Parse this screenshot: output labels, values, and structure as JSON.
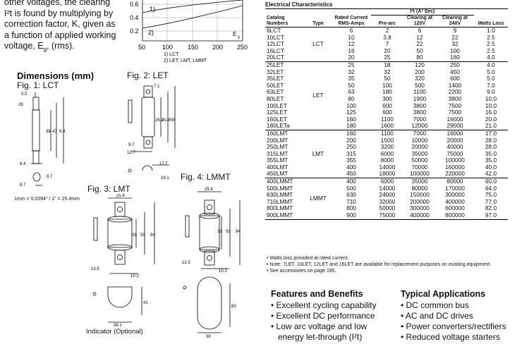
{
  "intro": {
    "line1": "other voltages, the clearing",
    "line2": "I²t is found by multiplying by",
    "line3": "correction factor, K, given as",
    "line4": "a function of applied working",
    "line5a": "voltage, E",
    "line5sub": "g",
    "line5b": ", (rms)."
  },
  "kchart": {
    "yticks": [
      "0.6",
      "0.4",
      "0.2"
    ],
    "xticks": [
      "50",
      "100",
      "150",
      "200",
      "250"
    ],
    "curve1": "1)",
    "curve2": "2)",
    "xunit": "E",
    "xunit_sub": "g",
    "legend1": "1) LCT",
    "legend2": "2) LET, LMT, LMMT"
  },
  "dimensions": {
    "heading": "Dimensions (mm)",
    "fig1": "Fig. 1: LCT",
    "fig2": "Fig. 2: LET",
    "fig3": "Fig. 3: LMT",
    "fig4": "Fig. 4: LMMT",
    "conversion": "1mm = 0.0394\" / 1\" = 25.4mm",
    "indicator": "Indicator (Optional)",
    "fig1_dims": [
      "5.5",
      "28",
      "38",
      "47",
      "6.4",
      "8.4",
      "8.7"
    ],
    "fig2_dims": [
      "7.1",
      "26.2",
      "41.8",
      "56",
      "9.7",
      "12.7",
      "17.7",
      "19.1"
    ],
    "fig3_dims": [
      "25.4",
      "31",
      "59",
      "84",
      "13.5",
      "10.3",
      "41",
      "38.1"
    ],
    "fig4_dims": [
      "25.4",
      "31",
      "59",
      "84",
      "13.5",
      "10.3",
      "83",
      "38"
    ]
  },
  "table": {
    "title": "Electrical Characteristics",
    "headers": {
      "catalog": "Catalog Numbers",
      "type": "Type",
      "rated": "Rated Current RMS-Amps",
      "i2t": "I²t (A² Sec)",
      "prearc": "Pre-arc",
      "clear120": "Clearing at 120V",
      "clear240": "Clearing at 240V",
      "watts": "Watts Loss"
    },
    "groups": [
      {
        "type": "LCT",
        "rows": [
          [
            "6LCT",
            "6",
            "2",
            "6",
            "9",
            "1.0"
          ],
          [
            "10LCT",
            "10",
            "3.8",
            "12",
            "22",
            "2.5"
          ],
          [
            "12LCT",
            "12",
            "7",
            "22",
            "32",
            "2.5"
          ],
          [
            "16LCT",
            "16",
            "20",
            "50",
            "100",
            "2.5"
          ],
          [
            "20LCT",
            "20",
            "25",
            "80",
            "160",
            "4.0"
          ]
        ]
      },
      {
        "type": "LET",
        "rows": [
          [
            "25LET",
            "25",
            "18",
            "120",
            "250",
            "4.0"
          ],
          [
            "32LET",
            "32",
            "32",
            "200",
            "450",
            "5.0"
          ],
          [
            "35LET",
            "35",
            "50",
            "320",
            "600",
            "5.0"
          ],
          [
            "50LET",
            "50",
            "100",
            "500",
            "1400",
            "7.0"
          ],
          [
            "63LET",
            "63",
            "180",
            "1100",
            "2200",
            "9.0"
          ],
          [
            "80LET",
            "80",
            "300",
            "1900",
            "3800",
            "10.0"
          ],
          [
            "100LET",
            "100",
            "600",
            "3800",
            "7500",
            "10.0"
          ],
          [
            "125LET",
            "125",
            "600",
            "3800",
            "7500",
            "16.0"
          ],
          [
            "160LET",
            "160",
            "1100",
            "7000",
            "16000",
            "20.0"
          ],
          [
            "180LETa",
            "180",
            "1600",
            "12000",
            "29000",
            "21.0"
          ]
        ]
      },
      {
        "type": "LMT",
        "rows": [
          [
            "160LMT",
            "160",
            "1100",
            "7000",
            "16000",
            "17.0"
          ],
          [
            "200LMT",
            "200",
            "1500",
            "10000",
            "20000",
            "28.0"
          ],
          [
            "250LMT",
            "250",
            "3200",
            "20000",
            "40000",
            "28.0"
          ],
          [
            "315LMT",
            "315",
            "6000",
            "35000",
            "75000",
            "35.0"
          ],
          [
            "355LMT",
            "355",
            "8000",
            "50000",
            "100000",
            "35.0"
          ],
          [
            "400LMT",
            "400",
            "14000",
            "70000",
            "160000",
            "40.0"
          ],
          [
            "450LMT",
            "450",
            "18000",
            "100000",
            "220000",
            "42.0"
          ]
        ]
      },
      {
        "type": "LMMT",
        "rows": [
          [
            "400LMMT",
            "400",
            "6000",
            "35000",
            "80000",
            "60.0"
          ],
          [
            "500LMMT",
            "500",
            "14000",
            "80000",
            "170000",
            "64.0"
          ],
          [
            "630LMMT",
            "630",
            "24000",
            "150000",
            "300000",
            "75.0"
          ],
          [
            "710LMMT",
            "710",
            "32000",
            "200000",
            "400000",
            "77.0"
          ],
          [
            "800LMMT",
            "800",
            "50000",
            "300000",
            "600000",
            "82.0"
          ],
          [
            "900LMMT",
            "900",
            "75000",
            "400000",
            "800000",
            "97.0"
          ]
        ]
      }
    ],
    "notes": [
      "• Watts loss provided at rated current.",
      "• Note: 7LET, 10LET, 12LET and 16LET are available for replacement purposes on existing equipment.",
      "• See accessories on page 195."
    ]
  },
  "features": {
    "heading": "Features and Benefits",
    "items": [
      "Excellent cycling capability",
      "Excellent DC performance",
      "Low arc voltage and low",
      "energy let-through (I²t)"
    ]
  },
  "applications": {
    "heading": "Typical Applications",
    "items": [
      "DC common bus",
      "AC and DC drives",
      "Power converters/rectifiers",
      "Reduced voltage starters"
    ]
  }
}
